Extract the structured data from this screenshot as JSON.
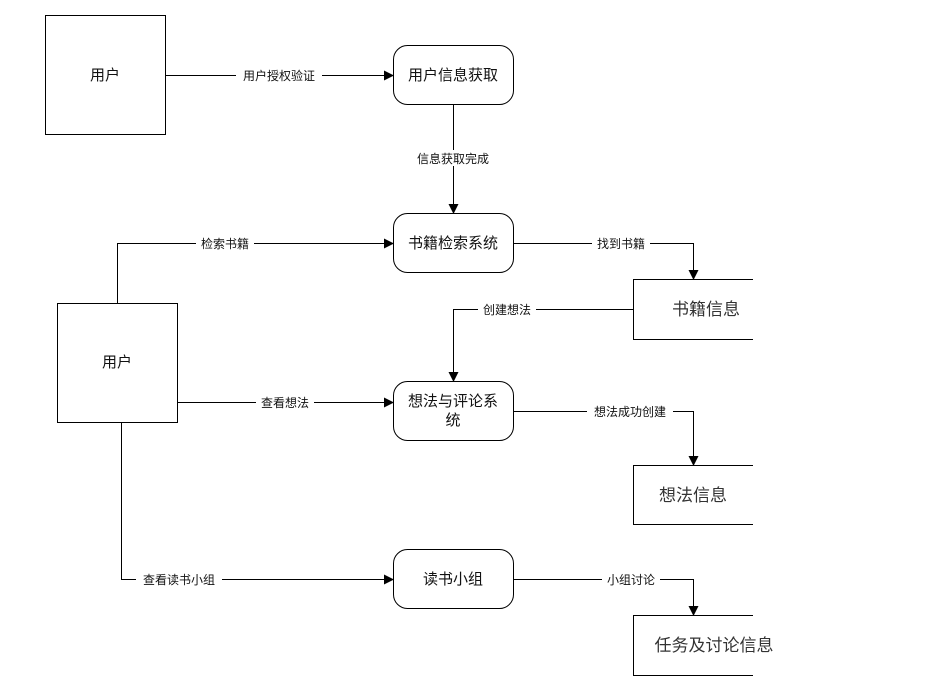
{
  "diagram": {
    "entities": [
      {
        "id": "user1",
        "label": "用户"
      },
      {
        "id": "user2",
        "label": "用户"
      }
    ],
    "processes": [
      {
        "id": "p_userinfo",
        "label": "用户信息获取"
      },
      {
        "id": "p_search",
        "label": "书籍检索系统"
      },
      {
        "id": "p_idea_line1",
        "label": "想法与评论系"
      },
      {
        "id": "p_idea_line2",
        "label": "统"
      },
      {
        "id": "p_group",
        "label": "读书小组"
      }
    ],
    "stores": [
      {
        "id": "s_book",
        "label": "书籍信息"
      },
      {
        "id": "s_idea",
        "label": "想法信息"
      },
      {
        "id": "s_task",
        "label": "任务及讨论信息"
      }
    ],
    "flows": [
      {
        "from": "user1",
        "to": "p_userinfo",
        "label": "用户授权验证"
      },
      {
        "from": "p_userinfo",
        "to": "p_search",
        "label": "信息获取完成"
      },
      {
        "from": "user2",
        "to": "p_search",
        "label": "检索书籍"
      },
      {
        "from": "p_search",
        "to": "s_book",
        "label": "找到书籍"
      },
      {
        "from": "s_book",
        "to": "p_idea",
        "label": "创建想法"
      },
      {
        "from": "user2",
        "to": "p_idea",
        "label": "查看想法"
      },
      {
        "from": "p_idea",
        "to": "s_idea",
        "label": "想法成功创建"
      },
      {
        "from": "user2",
        "to": "p_group",
        "label": "查看读书小组"
      },
      {
        "from": "p_group",
        "to": "s_task",
        "label": "小组讨论"
      }
    ]
  }
}
